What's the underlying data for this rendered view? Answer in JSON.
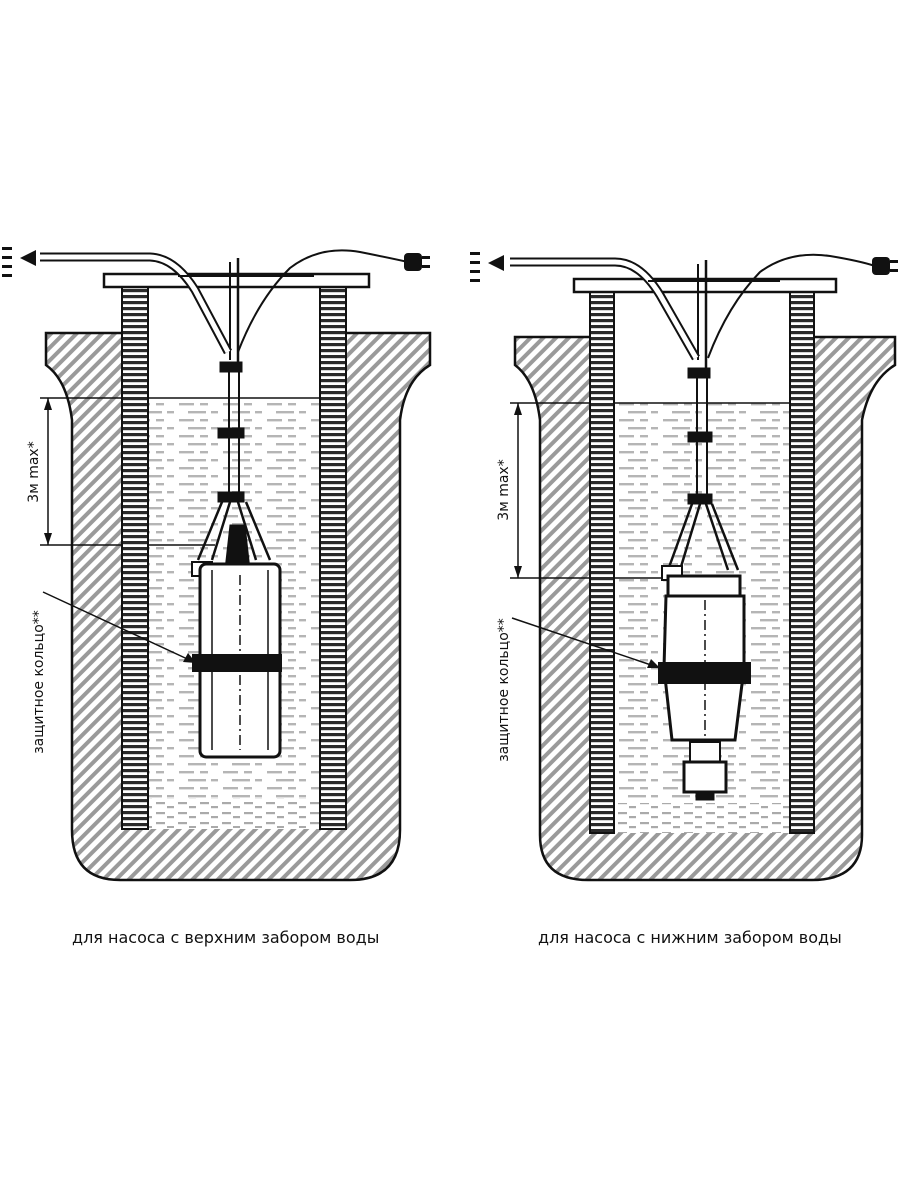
{
  "diagrams": [
    {
      "variant": "top-intake",
      "depth_label": "3м max*",
      "ring_label": "защитное кольцо**",
      "caption": "для насоса с верхним забором воды"
    },
    {
      "variant": "bottom-intake",
      "depth_label": "3м max*",
      "ring_label": "защитное кольцо**",
      "caption": "для насоса с нижним забором воды"
    }
  ]
}
